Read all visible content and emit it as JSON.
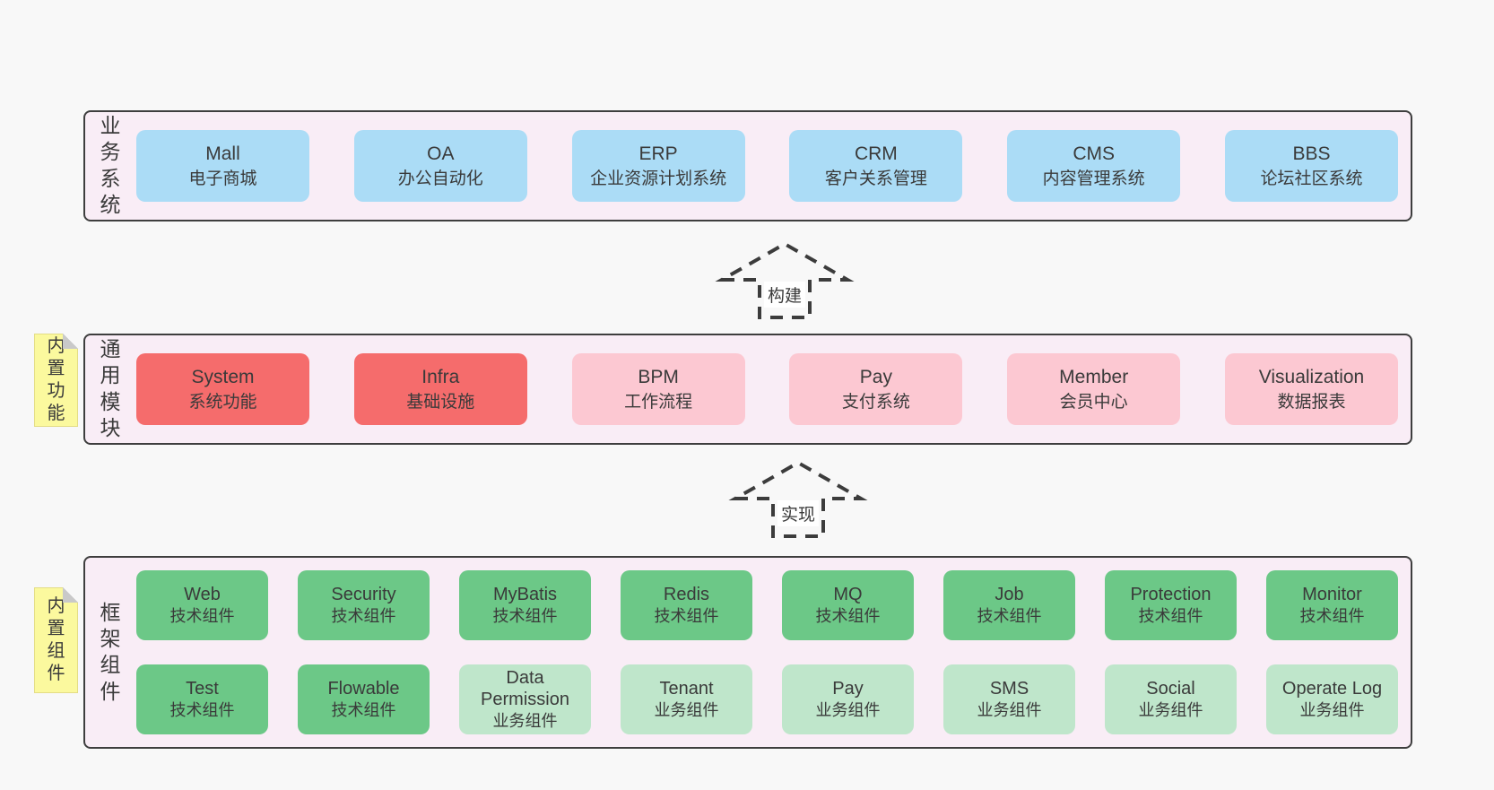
{
  "colors": {
    "page_bg": "#f8f8f8",
    "band_bg": "#f9edf6",
    "band_border": "#3e3e3e",
    "blue": "#abdcf6",
    "red": "#f56c6c",
    "pink": "#fcc8d2",
    "green": "#6cc887",
    "light_green": "#bfe6cb",
    "sticky_yellow": "#fbf99e",
    "text": "#3a3a3a"
  },
  "arrows": [
    {
      "label": "构建"
    },
    {
      "label": "实现"
    }
  ],
  "bands": [
    {
      "label": "业务系统",
      "boxes": [
        {
          "name": "Mall",
          "desc": "电子商城"
        },
        {
          "name": "OA",
          "desc": "办公自动化"
        },
        {
          "name": "ERP",
          "desc": "企业资源计划系统"
        },
        {
          "name": "CRM",
          "desc": "客户关系管理"
        },
        {
          "name": "CMS",
          "desc": "内容管理系统"
        },
        {
          "name": "BBS",
          "desc": "论坛社区系统"
        }
      ]
    },
    {
      "label": "通用模块",
      "sticky": "内置功能",
      "boxes": [
        {
          "name": "System",
          "desc": "系统功能"
        },
        {
          "name": "Infra",
          "desc": "基础设施"
        },
        {
          "name": "BPM",
          "desc": "工作流程"
        },
        {
          "name": "Pay",
          "desc": "支付系统"
        },
        {
          "name": "Member",
          "desc": "会员中心"
        },
        {
          "name": "Visualization",
          "desc": "数据报表"
        }
      ]
    },
    {
      "label": "框架组件",
      "sticky": "内置组件",
      "rows": [
        [
          {
            "name": "Web",
            "desc": "技术组件"
          },
          {
            "name": "Security",
            "desc": "技术组件"
          },
          {
            "name": "MyBatis",
            "desc": "技术组件"
          },
          {
            "name": "Redis",
            "desc": "技术组件"
          },
          {
            "name": "MQ",
            "desc": "技术组件"
          },
          {
            "name": "Job",
            "desc": "技术组件"
          },
          {
            "name": "Protection",
            "desc": "技术组件"
          },
          {
            "name": "Monitor",
            "desc": "技术组件"
          }
        ],
        [
          {
            "name": "Test",
            "desc": "技术组件"
          },
          {
            "name": "Flowable",
            "desc": "技术组件"
          },
          {
            "name": "Data Permission",
            "desc": "业务组件"
          },
          {
            "name": "Tenant",
            "desc": "业务组件"
          },
          {
            "name": "Pay",
            "desc": "业务组件"
          },
          {
            "name": "SMS",
            "desc": "业务组件"
          },
          {
            "name": "Social",
            "desc": "业务组件"
          },
          {
            "name": "Operate Log",
            "desc": "业务组件"
          }
        ]
      ]
    }
  ]
}
